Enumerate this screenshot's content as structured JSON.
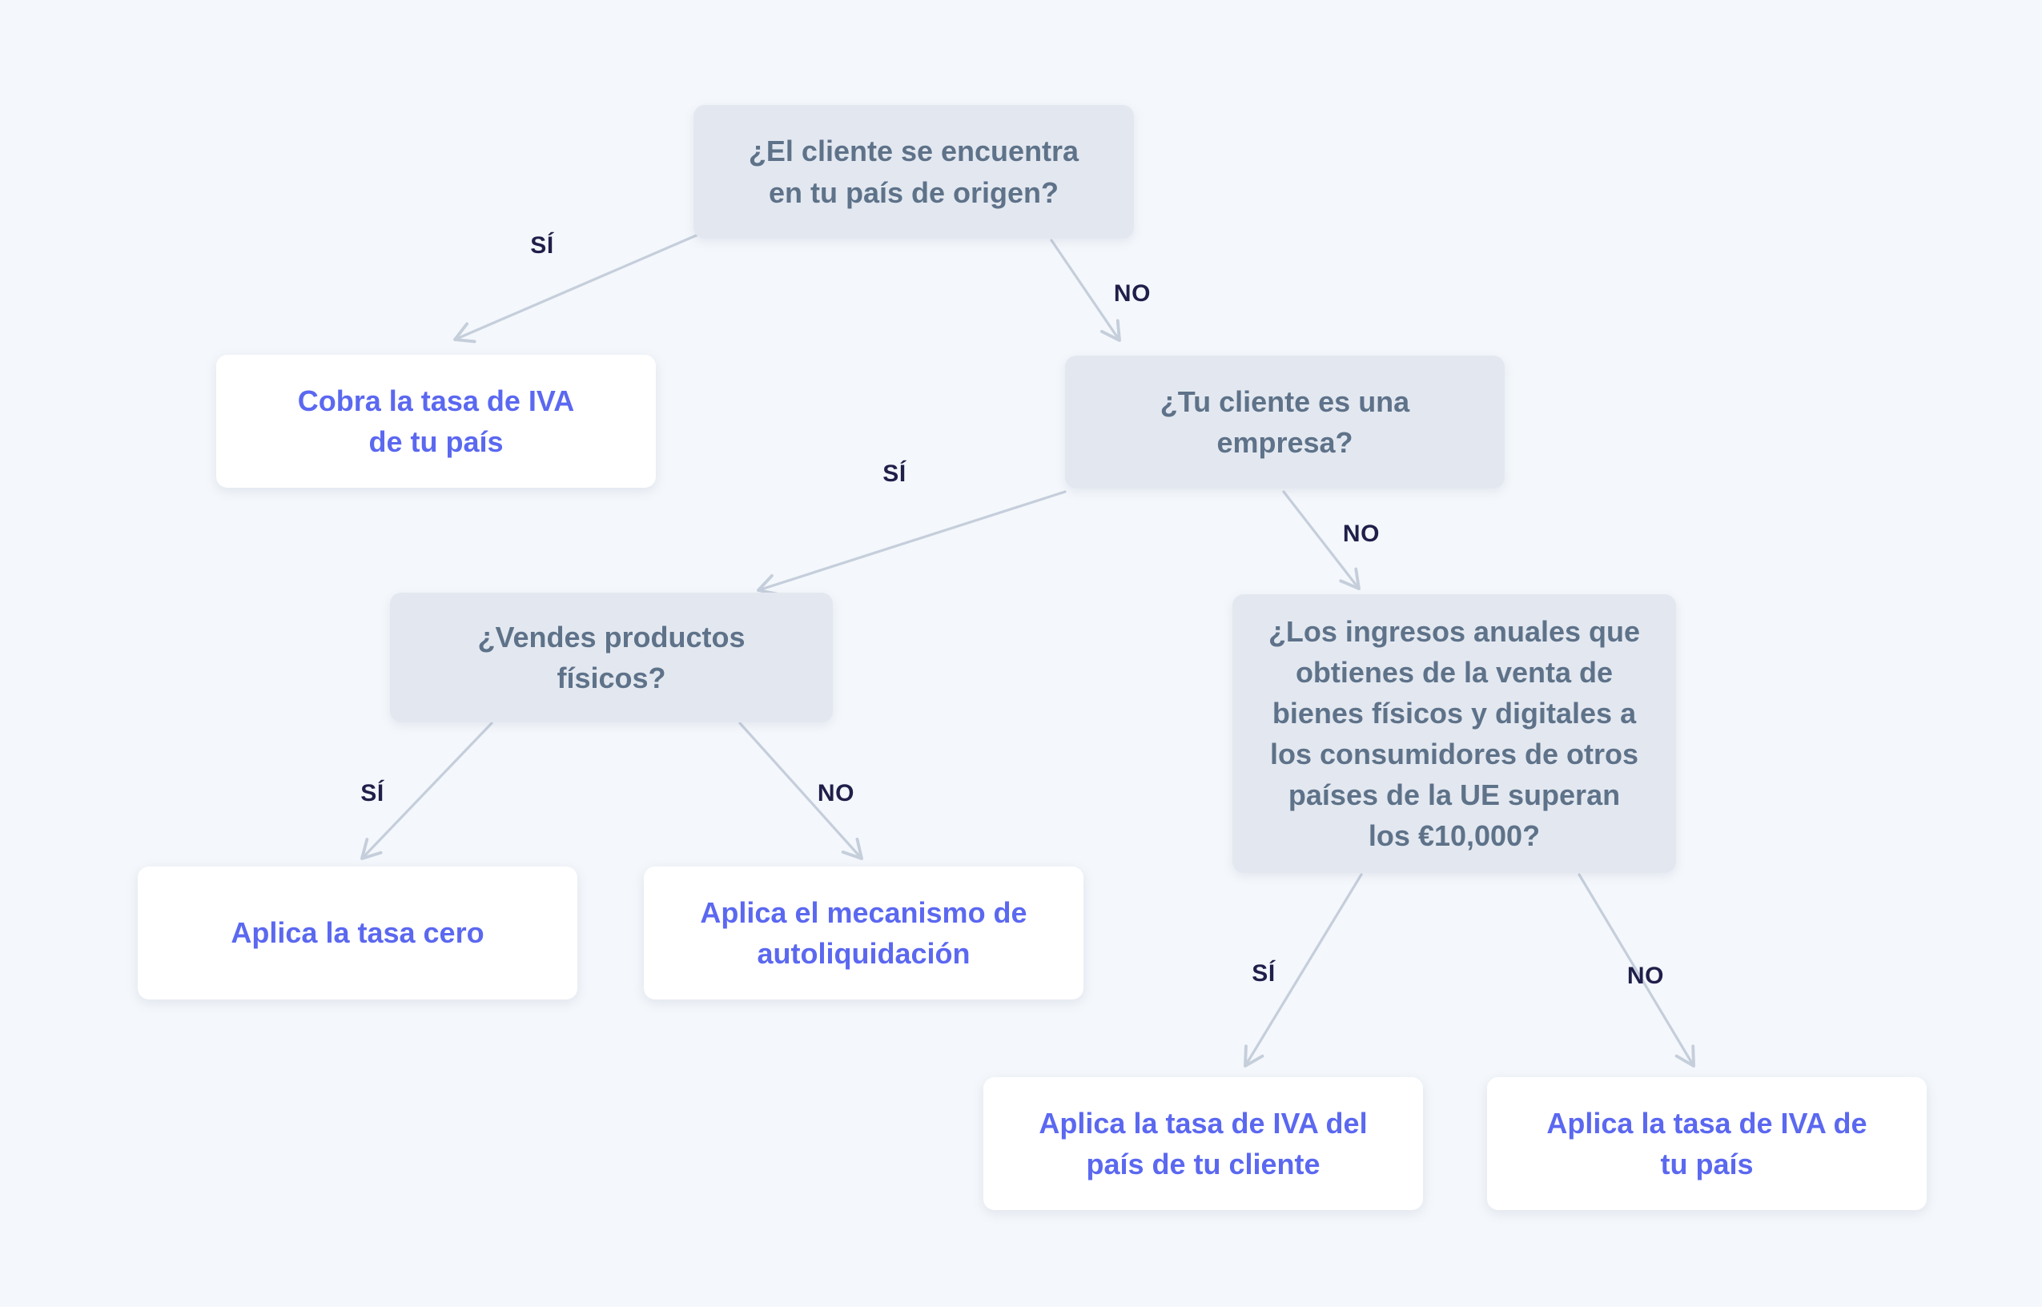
{
  "diagram": {
    "title": "Arbol de decision de IVA",
    "background_color": "#F4F7FB",
    "question_fill": "#E3E8F0",
    "question_text_color": "#5E7289",
    "result_fill": "#FFFFFF",
    "result_text_color": "#5B68F0",
    "edge_color": "#C5CEDB",
    "edge_label_color": "#201F4A"
  },
  "nodes": {
    "q_origin_country": "¿El cliente se encuentra\nen tu país de origen?",
    "r_home_vat": "Cobra la tasa de IVA\nde tu país",
    "q_is_business": "¿Tu cliente es una\nempresa?",
    "q_physical_products": "¿Vendes productos\nfísicos?",
    "r_zero_rate": "Aplica la tasa cero",
    "r_reverse_charge": "Aplica el mecanismo de\nautoliquidación",
    "q_eu_threshold": "¿Los ingresos anuales que\nobtienes de la venta de\nbienes físicos y digitales a\nlos consumidores de otros\npaíses de la UE superan\nlos €10,000?",
    "r_customer_country_vat": "Aplica la tasa de IVA del\npaís de tu cliente",
    "r_own_country_vat": "Aplica la tasa de IVA de\ntu país"
  },
  "edges": [
    {
      "from": "q_origin_country",
      "to": "r_home_vat",
      "label": "SÍ"
    },
    {
      "from": "q_origin_country",
      "to": "q_is_business",
      "label": "NO"
    },
    {
      "from": "q_is_business",
      "to": "q_physical_products",
      "label": "SÍ"
    },
    {
      "from": "q_is_business",
      "to": "q_eu_threshold",
      "label": "NO"
    },
    {
      "from": "q_physical_products",
      "to": "r_zero_rate",
      "label": "SÍ"
    },
    {
      "from": "q_physical_products",
      "to": "r_reverse_charge",
      "label": "NO"
    },
    {
      "from": "q_eu_threshold",
      "to": "r_customer_country_vat",
      "label": "SÍ"
    },
    {
      "from": "q_eu_threshold",
      "to": "r_own_country_vat",
      "label": "NO"
    }
  ],
  "edge_labels": {
    "origin_yes": "SÍ",
    "origin_no": "NO",
    "business_yes": "SÍ",
    "business_no": "NO",
    "physical_yes": "SÍ",
    "physical_no": "NO",
    "threshold_yes": "SÍ",
    "threshold_no": "NO"
  }
}
